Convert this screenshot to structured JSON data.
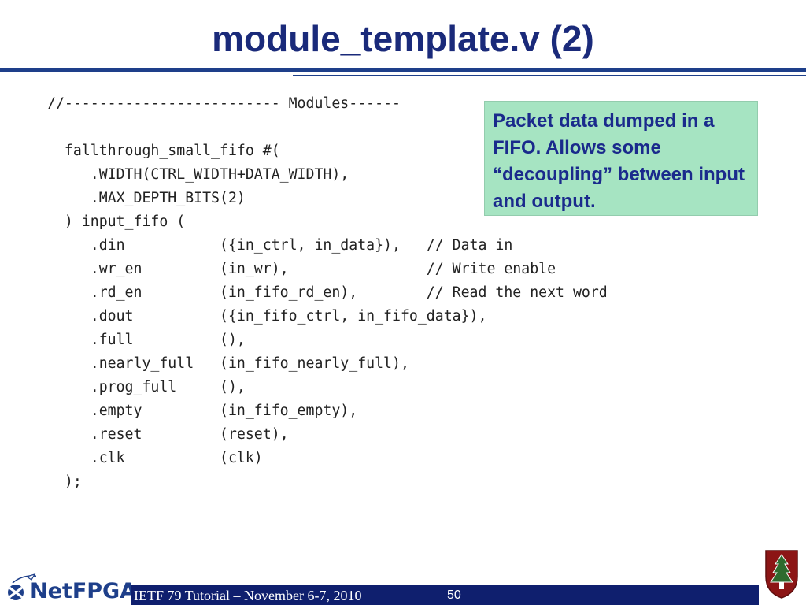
{
  "slide": {
    "title": "module_template.v (2)",
    "code_lines": [
      "//------------------------- Modules------",
      "",
      "  fallthrough_small_fifo #(",
      "     .WIDTH(CTRL_WIDTH+DATA_WIDTH),",
      "     .MAX_DEPTH_BITS(2)",
      "  ) input_fifo (",
      "     .din           ({in_ctrl, in_data}),   // Data in",
      "     .wr_en         (in_wr),                // Write enable",
      "     .rd_en         (in_fifo_rd_en),        // Read the next word",
      "     .dout          ({in_fifo_ctrl, in_fifo_data}),",
      "     .full          (),",
      "     .nearly_full   (in_fifo_nearly_full),",
      "     .prog_full     (),",
      "     .empty         (in_fifo_empty),",
      "     .reset         (reset),",
      "     .clk           (clk)",
      "  );"
    ],
    "callout": "Packet data dumped in a FIFO. Allows some “decoupling” between input and output."
  },
  "footer": {
    "logo_text": "NetFPGA",
    "event": "IETF 79 Tutorial – November 6-7, 2010",
    "page_number": "50"
  },
  "colors": {
    "title": "#1a2a7a",
    "rule": "#1e3f8a",
    "callout_bg": "#a6e4c2",
    "callout_text": "#1a2a8c",
    "footer_bar": "#0f1f6e",
    "seal": "#8c1515"
  }
}
